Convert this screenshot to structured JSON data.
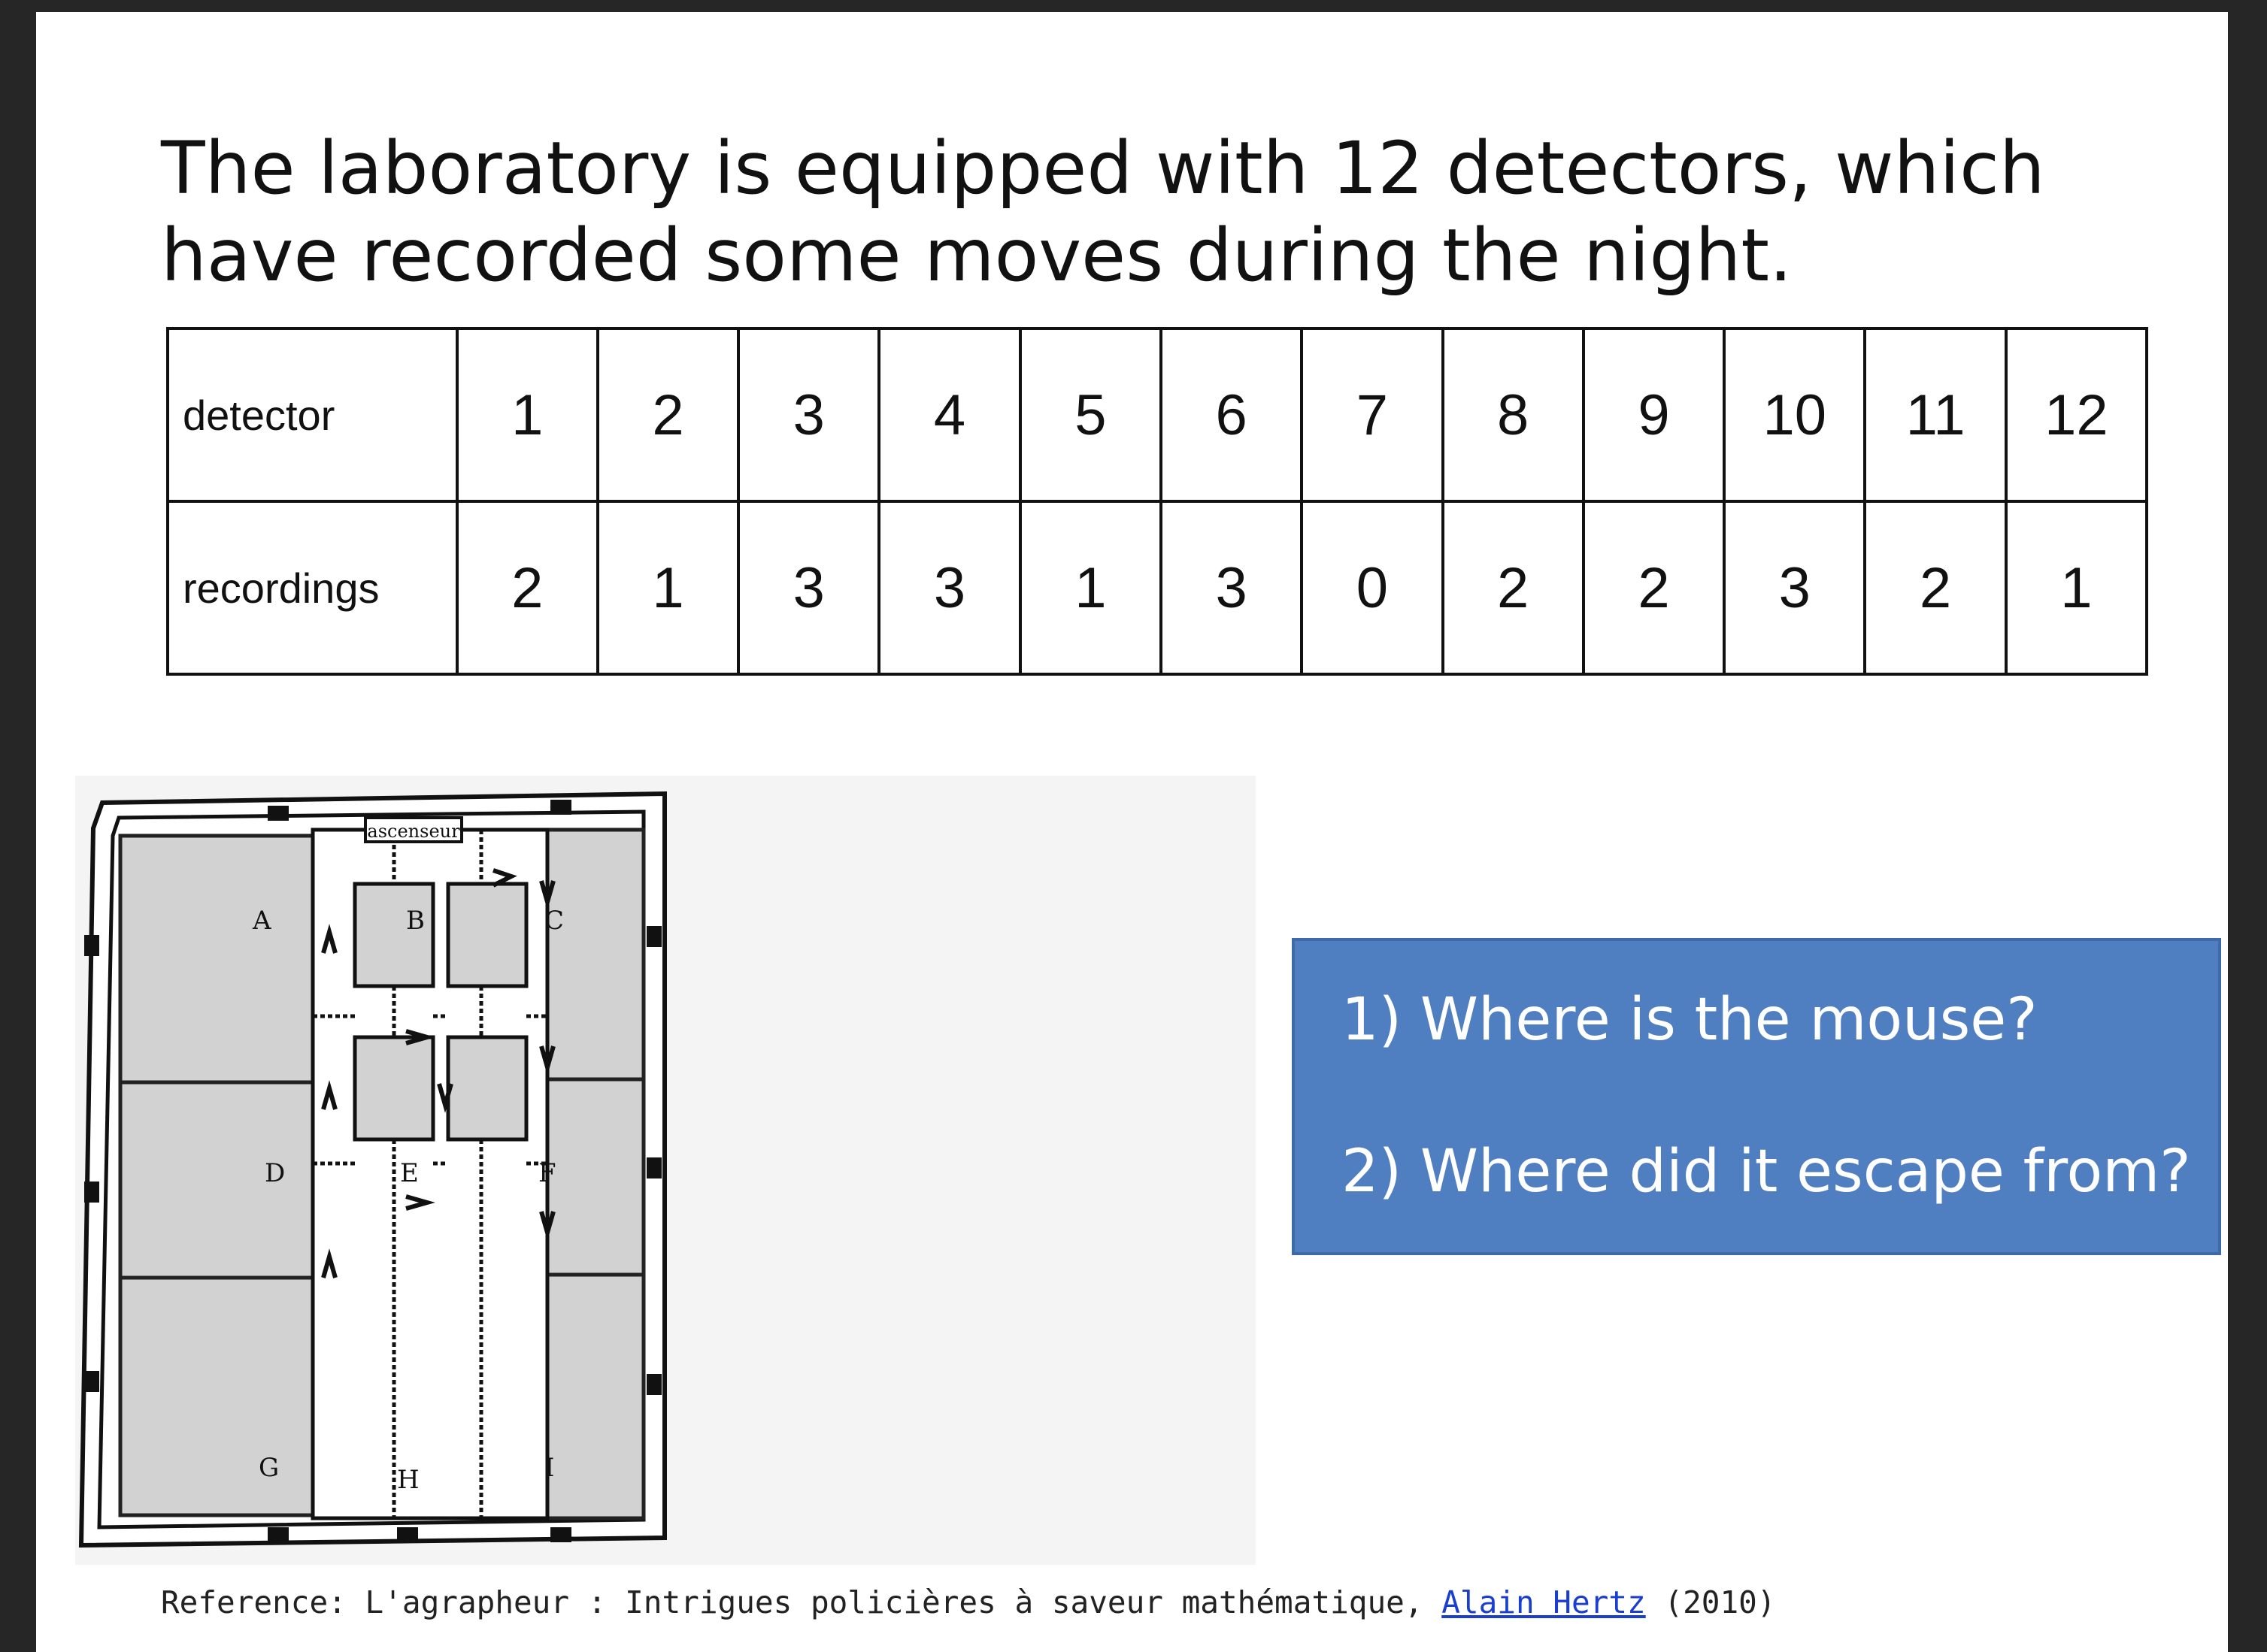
{
  "slide": {
    "title": "The laboratory is equipped with 12 detectors, which have recorded some moves during the night."
  },
  "table": {
    "header_label": "detector",
    "row_label": "recordings",
    "detectors": [
      "1",
      "2",
      "3",
      "4",
      "5",
      "6",
      "7",
      "8",
      "9",
      "10",
      "11",
      "12"
    ],
    "recordings": [
      "2",
      "1",
      "3",
      "3",
      "1",
      "3",
      "0",
      "2",
      "2",
      "3",
      "2",
      "1"
    ]
  },
  "floor_plan": {
    "elevator_label": "ascenseur",
    "rooms": [
      "A",
      "B",
      "C",
      "D",
      "E",
      "F",
      "G",
      "H",
      "I"
    ]
  },
  "questions": {
    "q1": "1) Where is the mouse?",
    "q2": "2) Where did it escape from?"
  },
  "reference": {
    "prefix": "Reference: L'agrapheur : Intrigues policières à saveur mathématique, ",
    "author_link": "Alain Hertz",
    "suffix": " (2010)"
  },
  "colors": {
    "question_box": "#4f7fc1",
    "link": "#1a3fd0",
    "office_fill": "#d2d2d2"
  }
}
